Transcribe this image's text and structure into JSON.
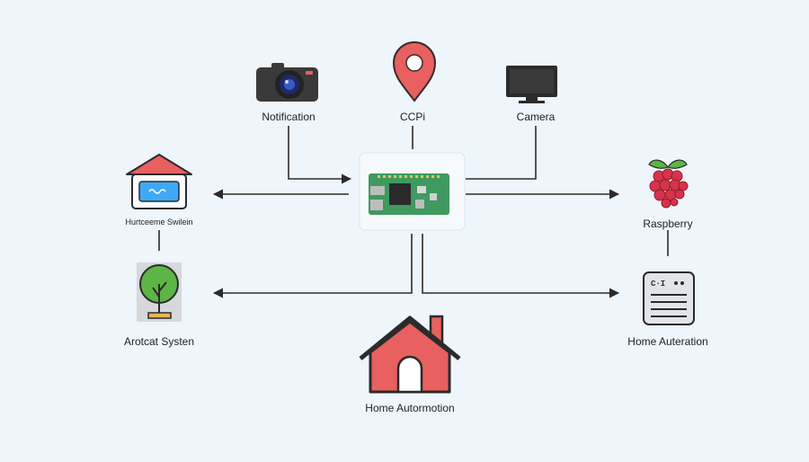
{
  "diagram": {
    "center": {
      "name": "raspberry-pi-board"
    },
    "nodes": [
      {
        "id": "notification",
        "label": "Notification",
        "icon": "camera-icon"
      },
      {
        "id": "ccpi",
        "label": "CCPi",
        "icon": "location-pin-icon"
      },
      {
        "id": "camera",
        "label": "Camera",
        "icon": "monitor-icon"
      },
      {
        "id": "hub",
        "label": "Hurtceeme Swilein",
        "icon": "smart-hub-icon"
      },
      {
        "id": "raspberry",
        "label": "Raspberry",
        "icon": "raspberry-icon"
      },
      {
        "id": "arotcat",
        "label": "Arotcat Systen",
        "icon": "tree-icon"
      },
      {
        "id": "home-auterration",
        "label": "Home Auteration",
        "icon": "server-panel-icon"
      },
      {
        "id": "home-automotion",
        "label": "Home Autormotion",
        "icon": "house-icon"
      }
    ],
    "colors": {
      "background": "#eef6fb",
      "line": "#2b2b2b",
      "red": "#e8605f",
      "board": "#3e9a5e",
      "tree": "#5cb544",
      "screen": "#3fa9f5"
    }
  }
}
